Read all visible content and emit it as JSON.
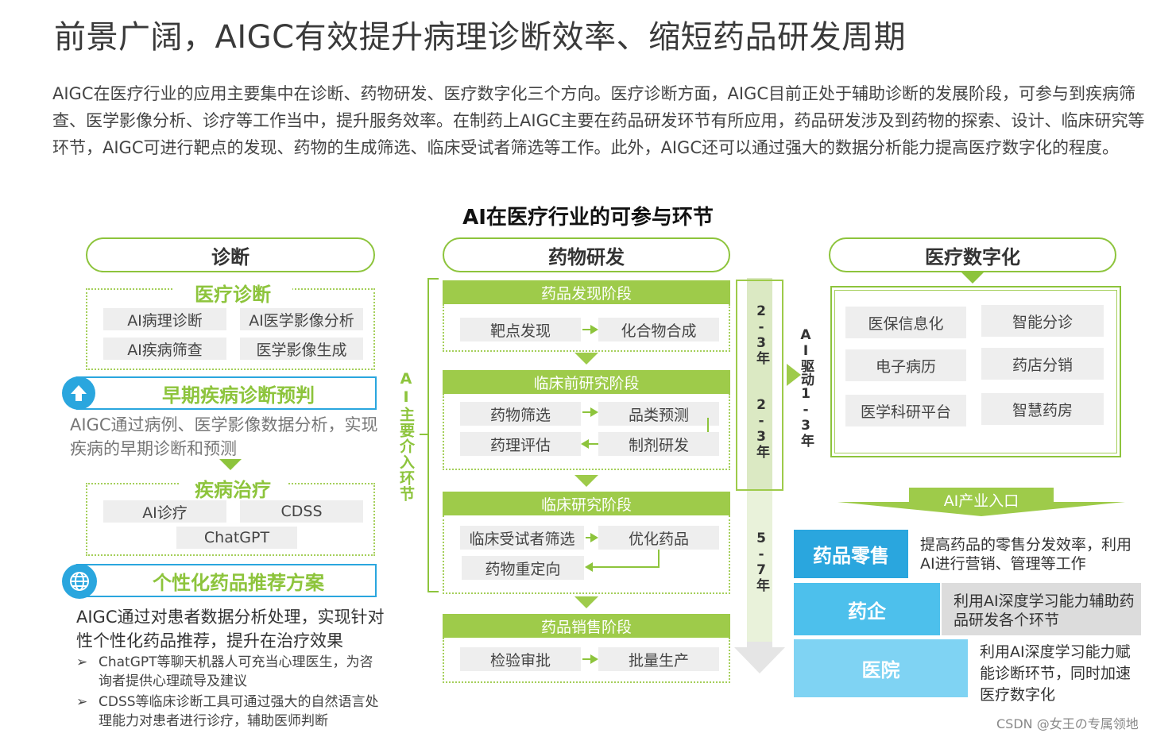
{
  "title": "前景广阔，AIGC有效提升病理诊断效率、缩短药品研发周期",
  "intro": "AIGC在医疗行业的应用主要集中在诊断、药物研发、医疗数字化三个方向。医疗诊断方面，AIGC目前正处于辅助诊断的发展阶段，可参与到疾病筛查、医学影像分析、诊疗等工作当中，提升服务效率。在制药上AIGC主要在药品研发环节有所应用，药品研发涉及到药物的探索、设计、临床研究等环节，AIGC可进行靶点的发现、药物的生成筛选、临床受试者筛选等工作。此外，AIGC还可以通过强大的数据分析能力提高医疗数字化的程度。",
  "figure_title": "AI在医疗行业的可参与环节",
  "diagnosis": {
    "header": "诊断",
    "medical_diagnosis": {
      "label": "医疗诊断",
      "items": [
        "AI病理诊断",
        "AI医学影像分析",
        "AI疾病筛查",
        "医学影像生成"
      ]
    },
    "early": {
      "label": "早期疾病诊断预判",
      "desc": "AIGC通过病例、医学影像数据分析，实现疾病的早期诊断和预测"
    },
    "treatment": {
      "label": "疾病治疗",
      "items": [
        "AI诊疗",
        "CDSS",
        "ChatGPT"
      ]
    },
    "personal": {
      "label": "个性化药品推荐方案",
      "desc": "AIGC通过对患者数据分析处理，实现针对性个性化药品推荐，提升在治疗效果",
      "bullets": [
        "ChatGPT等聊天机器人可充当心理医生，为咨询者提供心理疏导及建议",
        "CDSS等临床诊断工具可通过强大的自然语言处理能力对患者进行诊疗，辅助医师判断"
      ],
      "bullet_mark": "➢"
    }
  },
  "drug": {
    "header": "药物研发",
    "side_label": "AI主要介入环节",
    "stages": [
      {
        "name": "药品发现阶段",
        "items": [
          "靶点发现",
          "化合物合成"
        ]
      },
      {
        "name": "临床前研究阶段",
        "items": [
          "药物筛选",
          "品类预测",
          "药理评估",
          "制剂研发"
        ]
      },
      {
        "name": "临床研究阶段",
        "items": [
          "临床受试者筛选",
          "优化药品",
          "药物重定向"
        ]
      },
      {
        "name": "药品销售阶段",
        "items": [
          "检验审批",
          "批量生产"
        ]
      }
    ],
    "timeline": [
      "2-3年",
      "2-3年",
      "5-7年"
    ],
    "ai_drive": "AI驱动1-3年"
  },
  "digital": {
    "header": "医疗数字化",
    "items": [
      "医保信息化",
      "智能分诊",
      "电子病历",
      "药店分销",
      "医学科研平台",
      "智慧药房"
    ],
    "entry": "AI产业入口",
    "tiers": [
      {
        "name": "药品零售",
        "desc": "提高药品的零售分发效率，利用AI进行营销、管理等工作",
        "color": "#2aa6de"
      },
      {
        "name": "药企",
        "desc": "利用AI深度学习能力辅助药品研发各个环节",
        "color": "#4dc0ec"
      },
      {
        "name": "医院",
        "desc": "利用AI深度学习能力赋能诊断环节，同时加速医疗数字化",
        "color": "#7fd3f3"
      }
    ]
  },
  "watermark": "CSDN @女王の专属领地"
}
